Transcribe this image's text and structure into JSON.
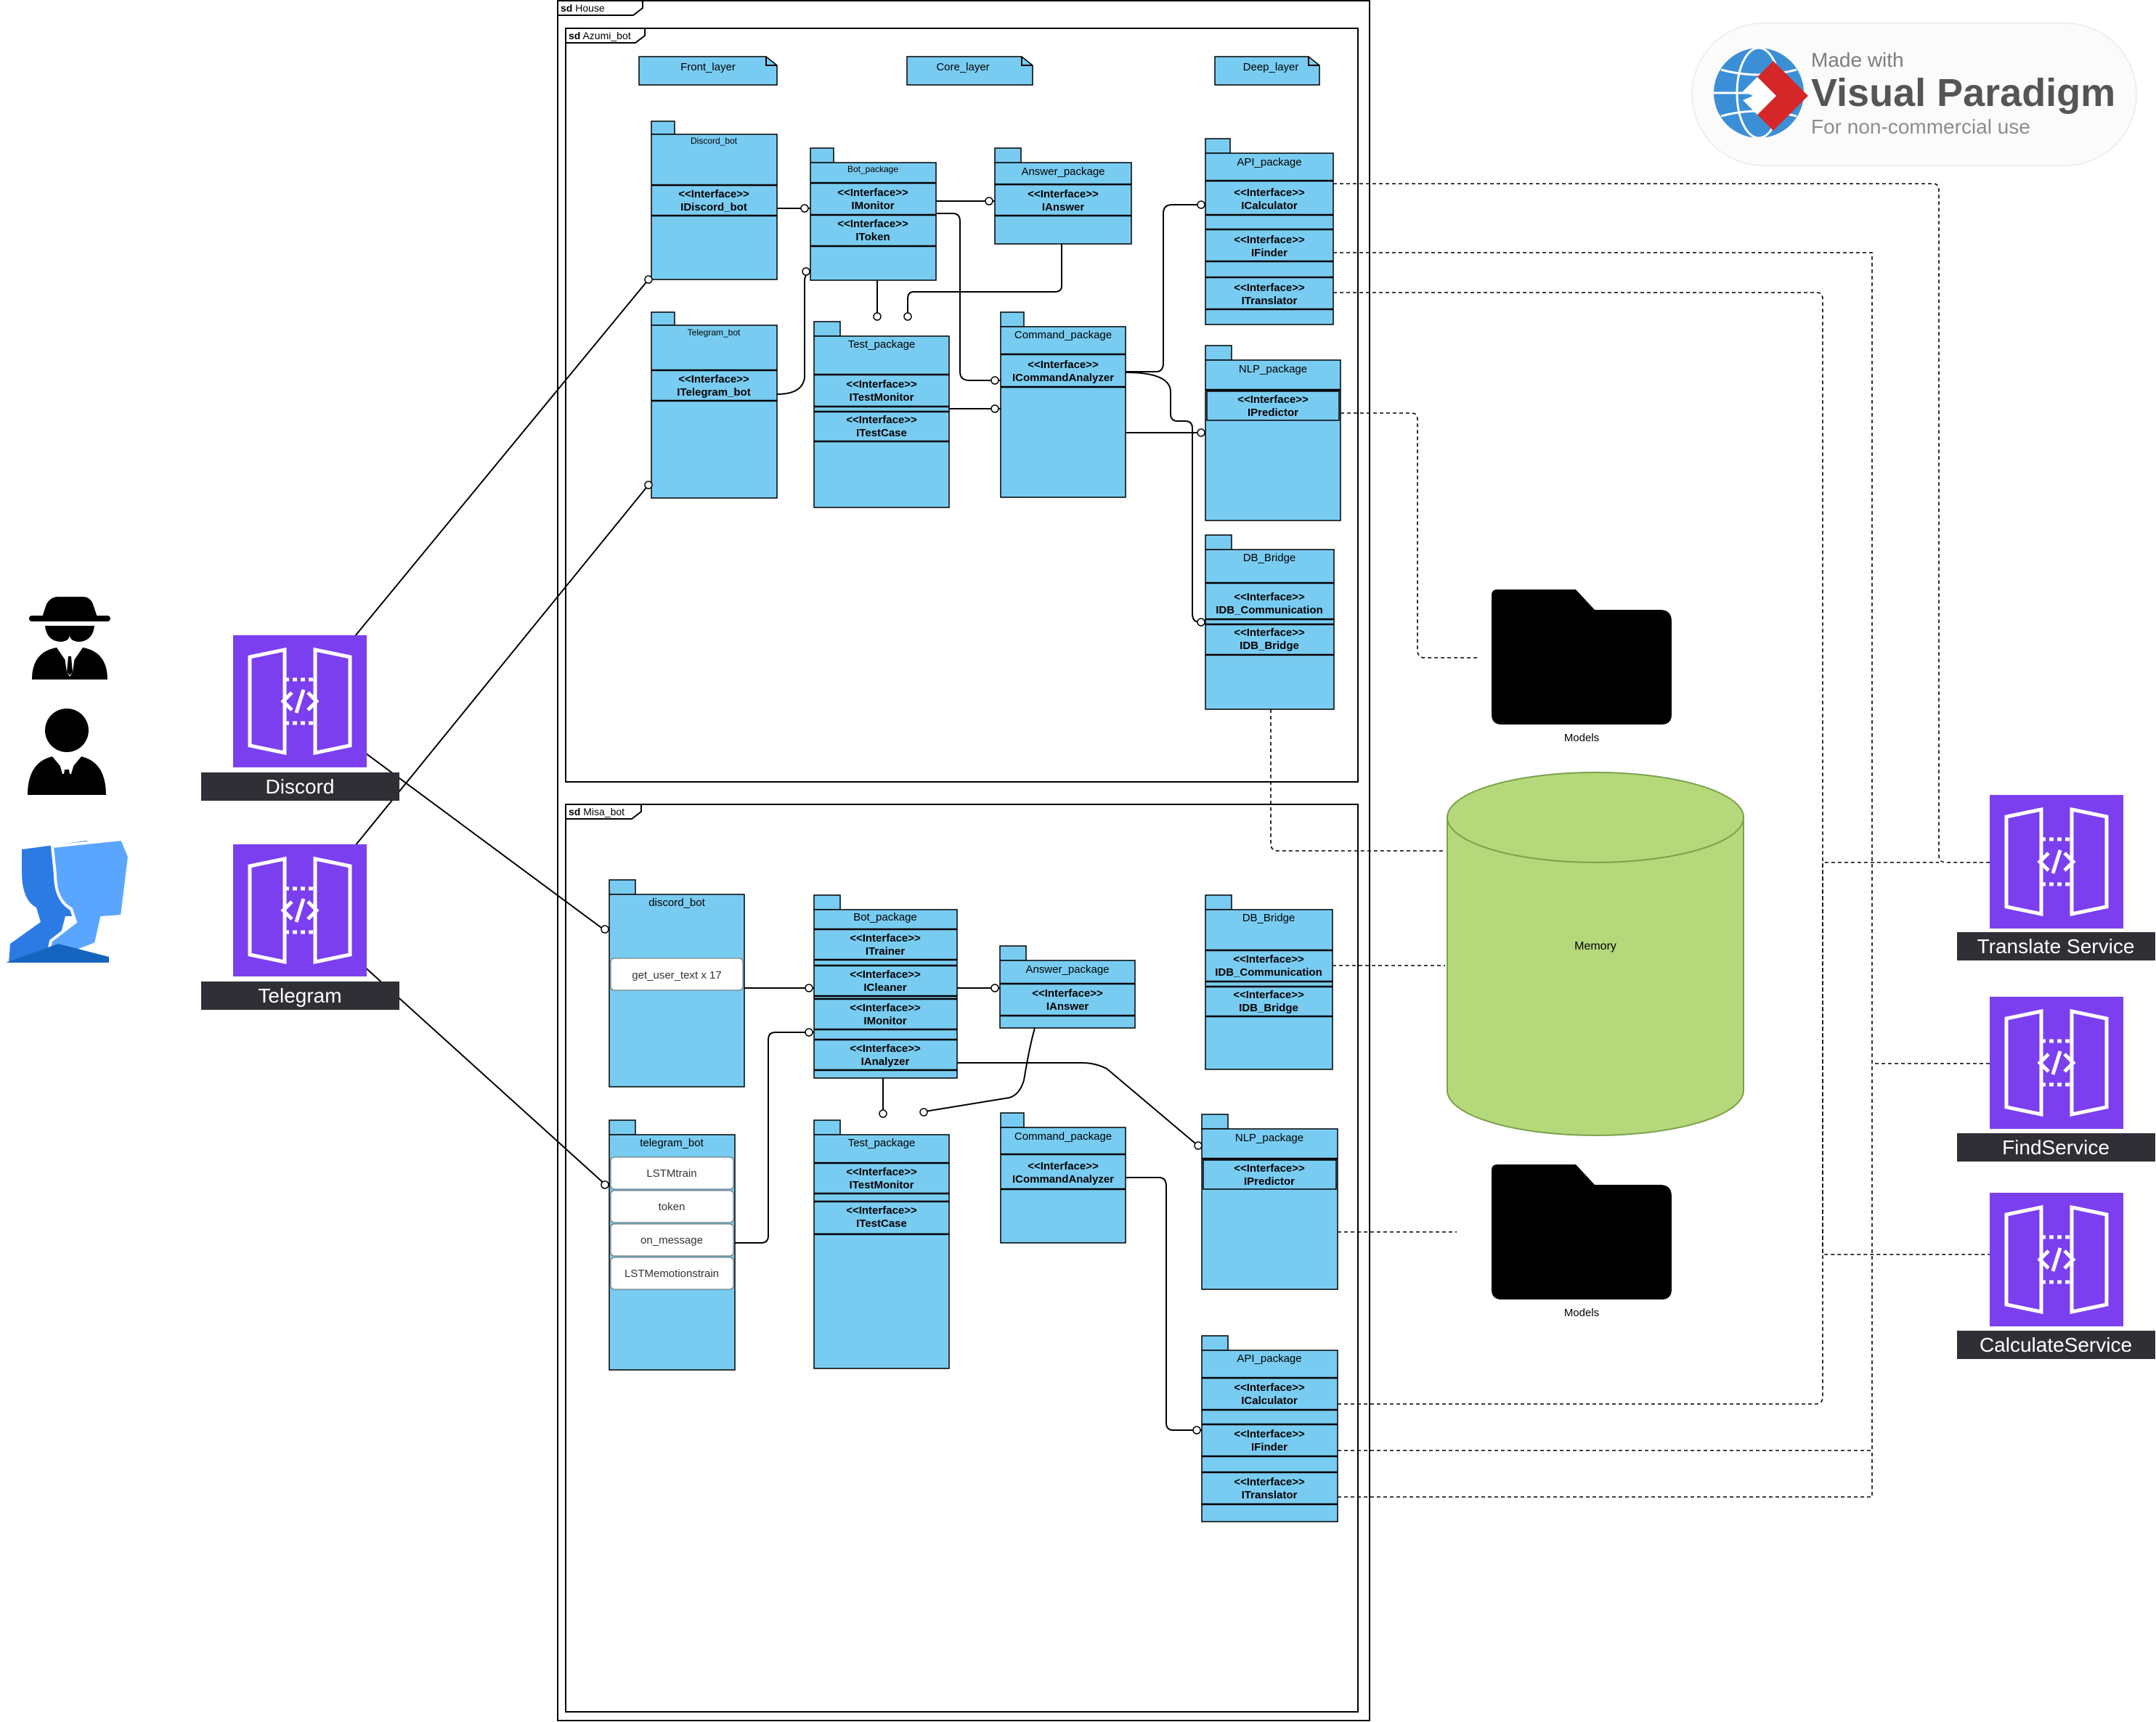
{
  "frames": {
    "house": {
      "keyword": "sd",
      "name": "House"
    },
    "azumi": {
      "keyword": "sd",
      "name": "Azumi_bot"
    },
    "misa": {
      "keyword": "sd",
      "name": "Misa_bot"
    }
  },
  "layers": [
    "Front_layer",
    "Core_layer",
    "Deep_layer"
  ],
  "interface_stereotype": "<<Interface>>",
  "azumi": {
    "discord_bot": {
      "name": "Discord_bot",
      "iface": "IDiscord_bot"
    },
    "telegram_bot": {
      "name": "Telegram_bot",
      "iface": "ITelegram_bot"
    },
    "bot_package": {
      "name": "Bot_package",
      "ifaces": [
        "IMonitor",
        "IToken"
      ]
    },
    "answer_package": {
      "name": "Answer_package",
      "iface": "IAnswer"
    },
    "test_package": {
      "name": "Test_package",
      "ifaces": [
        "ITestMonitor",
        "ITestCase"
      ]
    },
    "command_package": {
      "name": "Command_package",
      "iface": "ICommandAnalyzer"
    },
    "api_package": {
      "name": "API_package",
      "ifaces": [
        "ICalculator",
        "IFinder",
        "ITranslator"
      ]
    },
    "nlp_package": {
      "name": "NLP_package",
      "iface": "IPredictor"
    },
    "db_bridge": {
      "name": "DB_Bridge",
      "ifaces": [
        "IDB_Communication",
        "IDB_Bridge"
      ]
    }
  },
  "misa": {
    "discord_bot": {
      "name": "discord_bot",
      "attrs": [
        "get_user_text x 17"
      ]
    },
    "telegram_bot": {
      "name": "telegram_bot",
      "attrs": [
        "LSTMtrain",
        "token",
        "on_message",
        "LSTMemotionstrain"
      ]
    },
    "bot_package": {
      "name": "Bot_package",
      "ifaces": [
        "ITrainer",
        "ICleaner",
        "IMonitor",
        "IAnalyzer"
      ]
    },
    "answer_package": {
      "name": "Answer_package",
      "iface": "IAnswer"
    },
    "test_package": {
      "name": "Test_package",
      "ifaces": [
        "ITestMonitor",
        "ITestCase"
      ]
    },
    "command_package": {
      "name": "Command_package",
      "iface": "ICommandAnalyzer"
    },
    "db_bridge": {
      "name": "DB_Bridge",
      "ifaces": [
        "IDB_Communication",
        "IDB_Bridge"
      ]
    },
    "nlp_package": {
      "name": "NLP_package",
      "iface": "IPredictor"
    },
    "api_package": {
      "name": "API_package",
      "ifaces": [
        "ICalculator",
        "IFinder",
        "ITranslator"
      ]
    }
  },
  "gateways": {
    "discord": "Discord",
    "telegram": "Telegram"
  },
  "services": {
    "translate": "Translate Service",
    "find": "FindService",
    "calculate": "CalculateService"
  },
  "storage": {
    "models_top": "Models",
    "models_bottom": "Models",
    "memory": "Memory"
  },
  "watermark": {
    "line1": "Made with",
    "line2": "Visual Paradigm",
    "line3": "For non-commercial use"
  },
  "icons": [
    "spy-user-icon",
    "user-icon",
    "user-group-icon",
    "api-gateway-icon",
    "folder-icon",
    "database-cylinder-icon",
    "visual-paradigm-logo"
  ],
  "colors": {
    "package_fill": "#79ccf1",
    "memory_fill": "#b5d97a",
    "service_purple": "#7b3ff0",
    "service_label_bg": "#2f2f35"
  }
}
